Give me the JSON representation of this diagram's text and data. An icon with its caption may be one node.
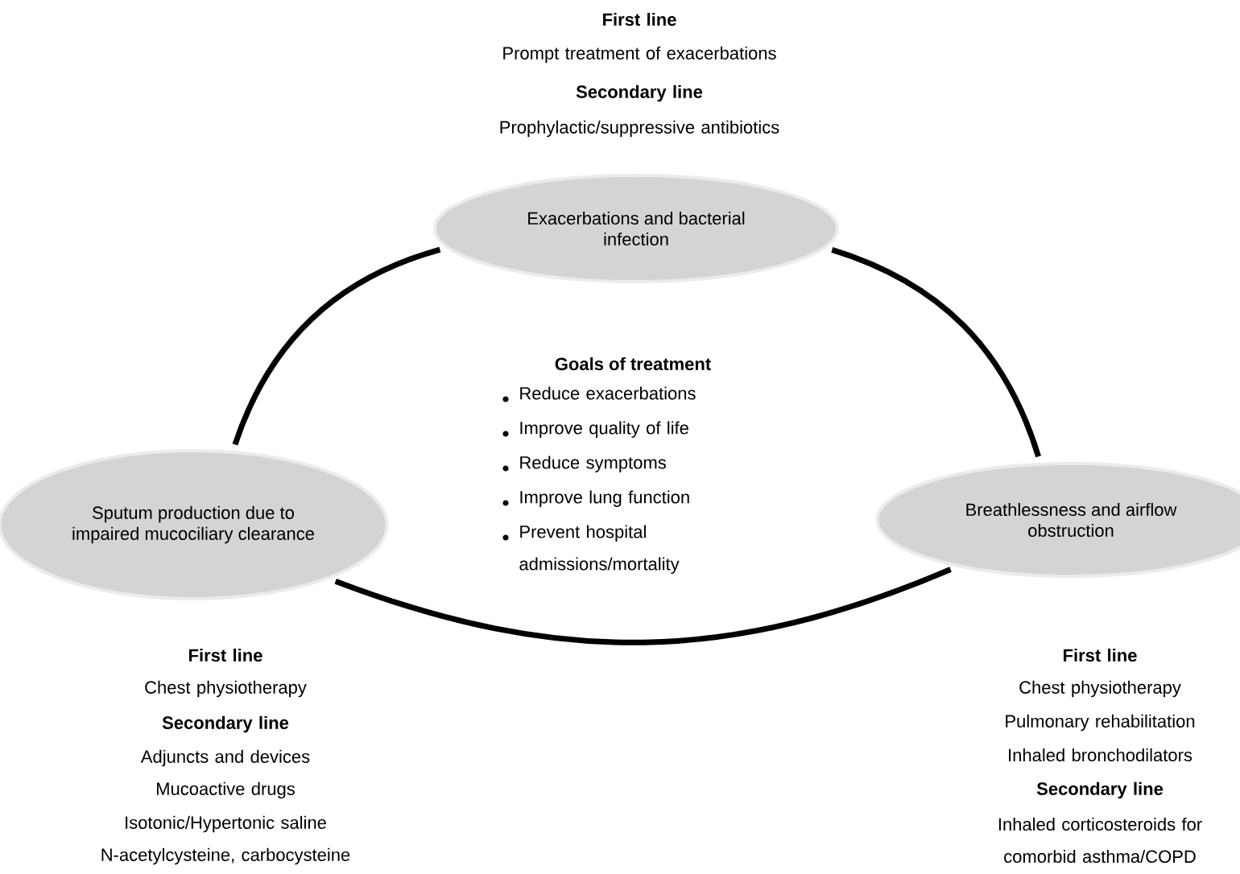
{
  "diagram": {
    "nodes": [
      {
        "text": [
          "Exacerbations and bacterial infection"
        ],
        "beside": [
          "First line",
          "Prompt treatment of exacerbations",
          "Secondary line",
          "Prophylactic/suppressive antibiotics"
        ]
      },
      {
        "text": [
          "Sputum production due to impaired mucociliary clearance"
        ],
        "beside": [
          "First line",
          "Chest physiotherapy",
          "Secondary line",
          "Adjuncts and devices",
          "Mucoactive drugs",
          "Isotonic/Hypertonic saline",
          "N-acetylcysteine, carbocysteine"
        ]
      },
      {
        "text": [
          "Breathlessness and airflow obstruction"
        ],
        "beside": [
          "First line",
          "Chest physiotherapy",
          "Pulmonary rehabilitation",
          "Inhaled bronchodilators",
          "Secondary line",
          "Inhaled corticosteroids for comorbid asthma/COPD"
        ]
      }
    ],
    "edges": [
      {
        "from": 0,
        "to": 1,
        "arrow": "none"
      },
      {
        "from": 1,
        "to": 2,
        "arrow": "none"
      },
      {
        "from": 2,
        "to": 0,
        "arrow": "none"
      }
    ],
    "labels": [
      "Goals of treatment",
      "Reduce exacerbations",
      "Improve quality of life",
      "Reduce symptoms",
      "Improve lung function",
      "Prevent hospital admissions/mortality"
    ]
  }
}
